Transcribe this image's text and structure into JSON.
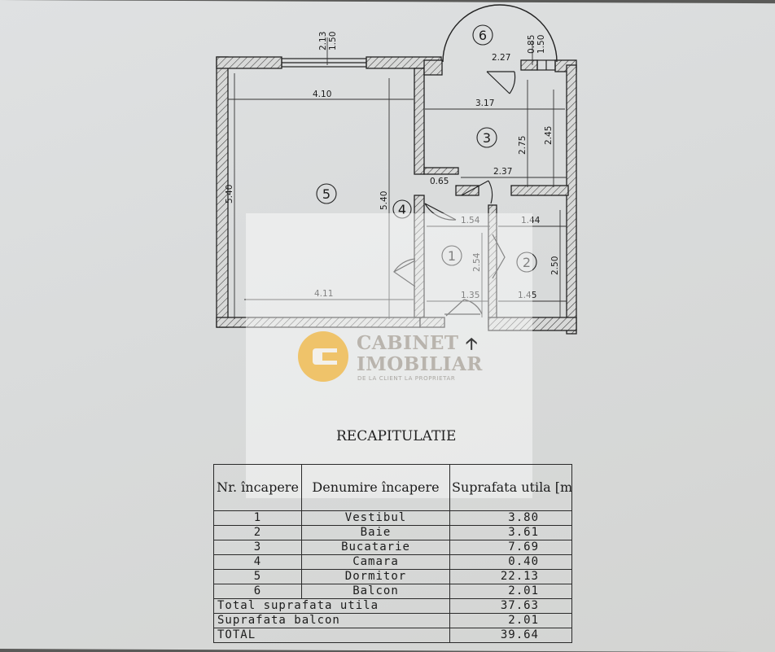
{
  "plan": {
    "rooms": [
      {
        "number": "1"
      },
      {
        "number": "2"
      },
      {
        "number": "3"
      },
      {
        "number": "4"
      },
      {
        "number": "5"
      },
      {
        "number": "6"
      }
    ],
    "dimensions": {
      "d213": "2.13",
      "d150a": "1.50",
      "d227": "2.27",
      "d085": "0.85",
      "d150b": "1.50",
      "d410": "4.10",
      "d317": "3.17",
      "d275": "2.75",
      "d245": "2.45",
      "d540a": "5.40",
      "d540b": "5.40",
      "d065": "0.65",
      "d237": "2.37",
      "d154": "1.54",
      "d144": "1.44",
      "d254": "2.54",
      "d250": "2.50",
      "d411": "4.11",
      "d135": "1.35",
      "d145": "1.45"
    }
  },
  "logo": {
    "line1": "CABINET",
    "arrow": "🡡",
    "line2": "IMOBILIAR",
    "tagline": "DE LA CLIENT LA PROPRIETAR"
  },
  "summary": {
    "title": "RECAPITULATIE",
    "headers": {
      "nr": "Nr. încapere",
      "name": "Denumire încapere",
      "area": "Suprafata utila [mp]"
    },
    "rows": [
      {
        "nr": "1",
        "name": "Vestibul",
        "area": "3.80"
      },
      {
        "nr": "2",
        "name": "Baie",
        "area": "3.61"
      },
      {
        "nr": "3",
        "name": "Bucatarie",
        "area": "7.69"
      },
      {
        "nr": "4",
        "name": "Camara",
        "area": "0.40"
      },
      {
        "nr": "5",
        "name": "Dormitor",
        "area": "22.13"
      },
      {
        "nr": "6",
        "name": "Balcon",
        "area": "2.01"
      }
    ],
    "totals": [
      {
        "label": "Total suprafata utila",
        "value": "37.63"
      },
      {
        "label": "Suprafata balcon",
        "value": "2.01"
      },
      {
        "label": "TOTAL",
        "value": "39.64"
      }
    ]
  }
}
